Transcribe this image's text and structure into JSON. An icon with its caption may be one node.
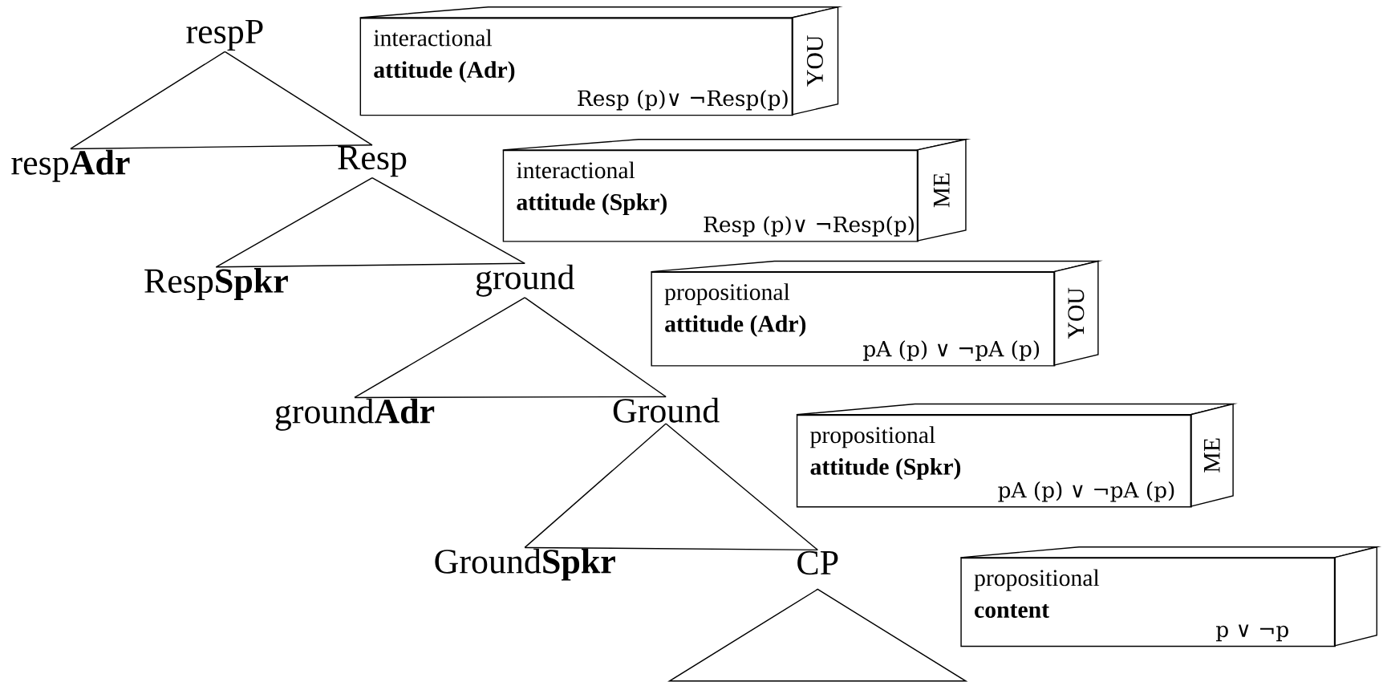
{
  "diagram": {
    "nodes": [
      {
        "text": [
          "respP"
        ]
      },
      {
        "text": [
          "resp**Adr**"
        ]
      },
      {
        "text": [
          "Resp"
        ]
      },
      {
        "text": [
          "Resp**Spkr**"
        ]
      },
      {
        "text": [
          "ground"
        ]
      },
      {
        "text": [
          "ground**Adr**"
        ]
      },
      {
        "text": [
          "Ground"
        ]
      },
      {
        "text": [
          "Ground**Spkr**"
        ]
      },
      {
        "text": [
          "CP"
        ]
      },
      {
        "text": [],
        "shape": "triangle"
      },
      {
        "text": [
          "interactional",
          "attitude (Adr)",
          "Resp (p)∨ ¬Resp(p)",
          "YOU"
        ]
      },
      {
        "text": [
          "interactional",
          "attitude (Spkr)",
          "Resp (p)∨ ¬Resp(p)",
          "ME"
        ]
      },
      {
        "text": [
          "propositional",
          "attitude (Adr)",
          "pA (p) ∨ ¬pA (p)",
          "YOU"
        ]
      },
      {
        "text": [
          "propositional",
          "attitude (Spkr)",
          "pA (p) ∨ ¬pA (p)",
          "ME"
        ]
      },
      {
        "text": [
          "propositional",
          "content",
          "p ∨ ¬p"
        ]
      }
    ],
    "edges": [
      {
        "from": 0,
        "to": 1,
        "arrow": "none"
      },
      {
        "from": 0,
        "to": 2,
        "arrow": "none"
      },
      {
        "from": 1,
        "to": 2,
        "arrow": "none"
      },
      {
        "from": 2,
        "to": 3,
        "arrow": "none"
      },
      {
        "from": 2,
        "to": 4,
        "arrow": "none"
      },
      {
        "from": 3,
        "to": 4,
        "arrow": "none"
      },
      {
        "from": 4,
        "to": 5,
        "arrow": "none"
      },
      {
        "from": 4,
        "to": 6,
        "arrow": "none"
      },
      {
        "from": 5,
        "to": 6,
        "arrow": "none"
      },
      {
        "from": 6,
        "to": 7,
        "arrow": "none"
      },
      {
        "from": 6,
        "to": 8,
        "arrow": "none"
      },
      {
        "from": 7,
        "to": 8,
        "arrow": "none"
      }
    ]
  }
}
